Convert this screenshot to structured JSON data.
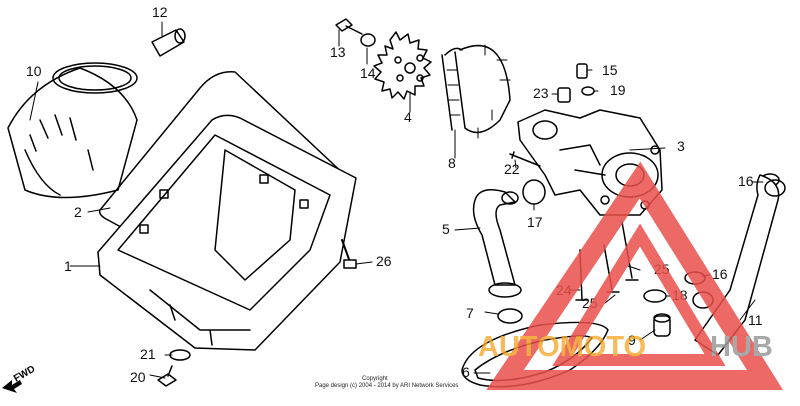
{
  "callouts": [
    {
      "id": "1",
      "label": "1"
    },
    {
      "id": "2",
      "label": "2"
    },
    {
      "id": "3",
      "label": "3"
    },
    {
      "id": "4",
      "label": "4"
    },
    {
      "id": "5",
      "label": "5"
    },
    {
      "id": "6",
      "label": "6"
    },
    {
      "id": "7",
      "label": "7"
    },
    {
      "id": "8",
      "label": "8"
    },
    {
      "id": "9",
      "label": "9"
    },
    {
      "id": "10",
      "label": "10"
    },
    {
      "id": "11",
      "label": "11"
    },
    {
      "id": "12",
      "label": "12"
    },
    {
      "id": "13",
      "label": "13"
    },
    {
      "id": "14",
      "label": "14"
    },
    {
      "id": "15",
      "label": "15"
    },
    {
      "id": "16a",
      "label": "16"
    },
    {
      "id": "16b",
      "label": "16"
    },
    {
      "id": "17",
      "label": "17"
    },
    {
      "id": "18",
      "label": "18"
    },
    {
      "id": "19",
      "label": "19"
    },
    {
      "id": "20",
      "label": "20"
    },
    {
      "id": "21",
      "label": "21"
    },
    {
      "id": "22",
      "label": "22"
    },
    {
      "id": "23",
      "label": "23"
    },
    {
      "id": "24",
      "label": "24"
    },
    {
      "id": "25a",
      "label": "25"
    },
    {
      "id": "25b",
      "label": "25"
    },
    {
      "id": "26",
      "label": "26"
    }
  ],
  "direction_label": "FWD",
  "copyright": {
    "line1": "Copyright",
    "line2": "Page design (c) 2004 - 2014 by ARI Network Services"
  },
  "watermark": {
    "text_part1": "AUTOMOTO",
    "text_part2": "HUB",
    "colors": {
      "brand_red": "#e9504b",
      "brand_orange": "#f5a623",
      "brand_gray": "#9a9a9a"
    }
  }
}
